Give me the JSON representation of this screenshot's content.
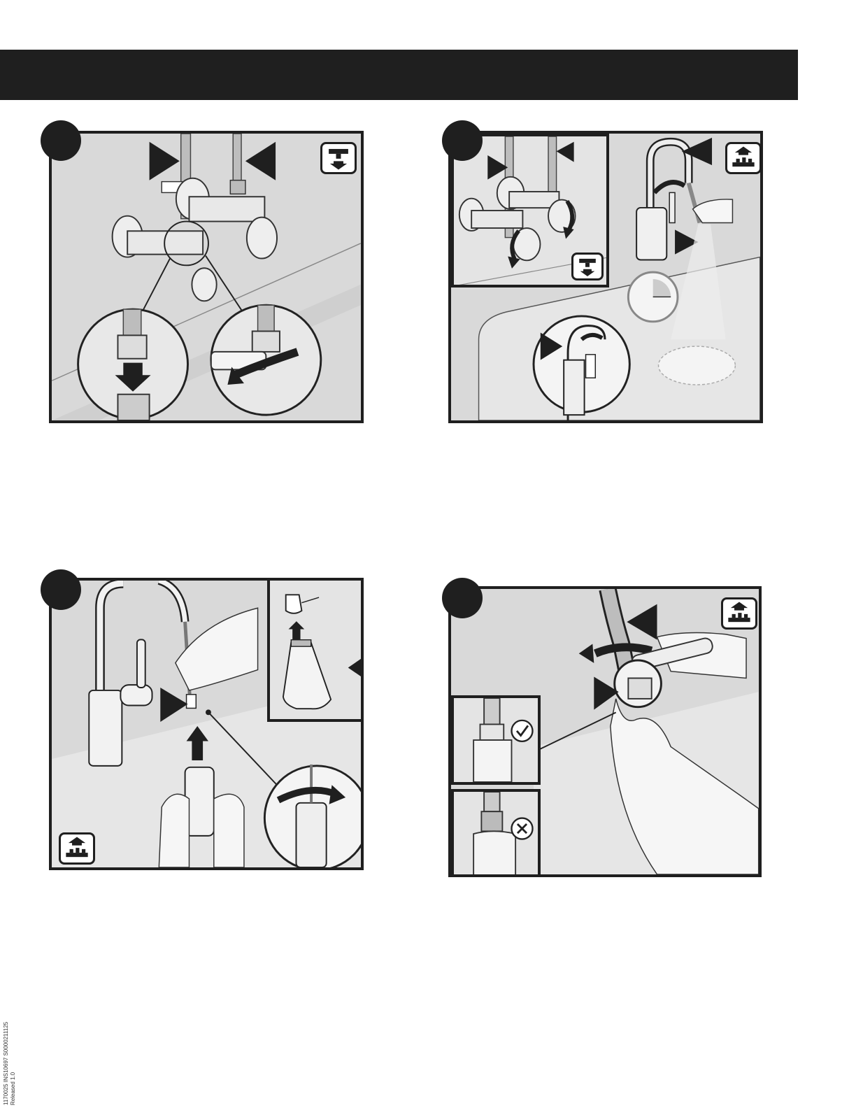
{
  "header": {
    "title": ""
  },
  "steps": [
    {
      "id": "step-1",
      "label": "",
      "water": "off"
    },
    {
      "id": "step-2",
      "label": "",
      "water": "on"
    },
    {
      "id": "step-3",
      "label": "",
      "water": "on"
    },
    {
      "id": "step-4",
      "label": "",
      "water": "on"
    }
  ],
  "icons": {
    "water_off": "water-supply-off-icon",
    "water_on": "water-supply-on-icon",
    "check": "check-icon",
    "cross": "cross-icon"
  },
  "colors": {
    "panel": "#d9d9d9",
    "ink": "#1f1f1f",
    "inset": "#e4e4e4"
  },
  "footer": {
    "line1": "1170025 INS10697 S0000211125",
    "line2": "Released 1.0"
  }
}
